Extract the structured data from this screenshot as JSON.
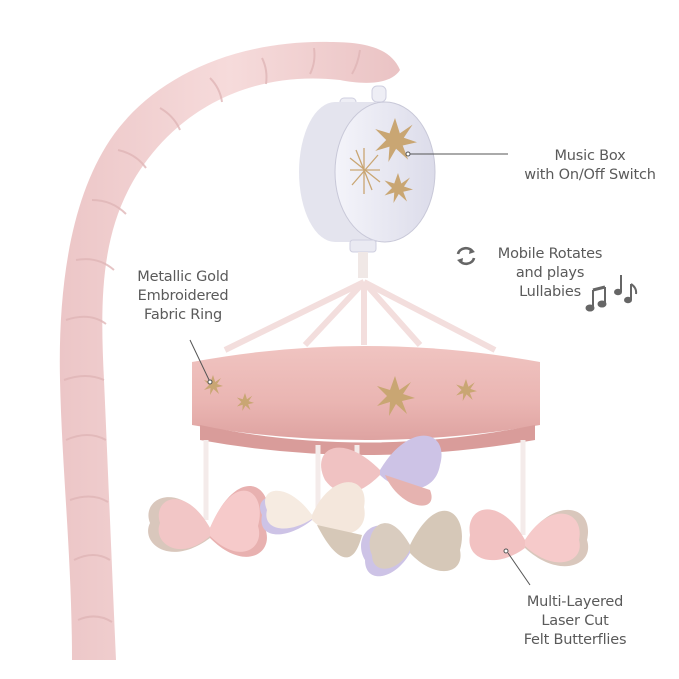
{
  "product": {
    "type": "crib-mobile",
    "colors": {
      "arm_pink": "#f2d2d2",
      "ring_pink": "#e9b5b2",
      "gold": "#c9a673",
      "music_box": "#e7e8f2",
      "lavender": "#cdc3e6",
      "tan": "#d6c8b8",
      "cream": "#f5e8dc",
      "text": "#5a5a5a"
    }
  },
  "callouts": {
    "music_box": {
      "line1": "Music Box",
      "line2": "with On/Off Switch"
    },
    "rotates": {
      "line1": "Mobile Rotates",
      "line2": "and plays",
      "line3": "Lullabies",
      "icon": "rotate-arrows-icon",
      "notes_icon": "music-notes-icon"
    },
    "ring": {
      "line1": "Metallic Gold",
      "line2": "Embroidered",
      "line3": "Fabric Ring"
    },
    "butterflies": {
      "line1": "Multi-Layered",
      "line2": "Laser Cut",
      "line3": "Felt Butterflies"
    }
  }
}
